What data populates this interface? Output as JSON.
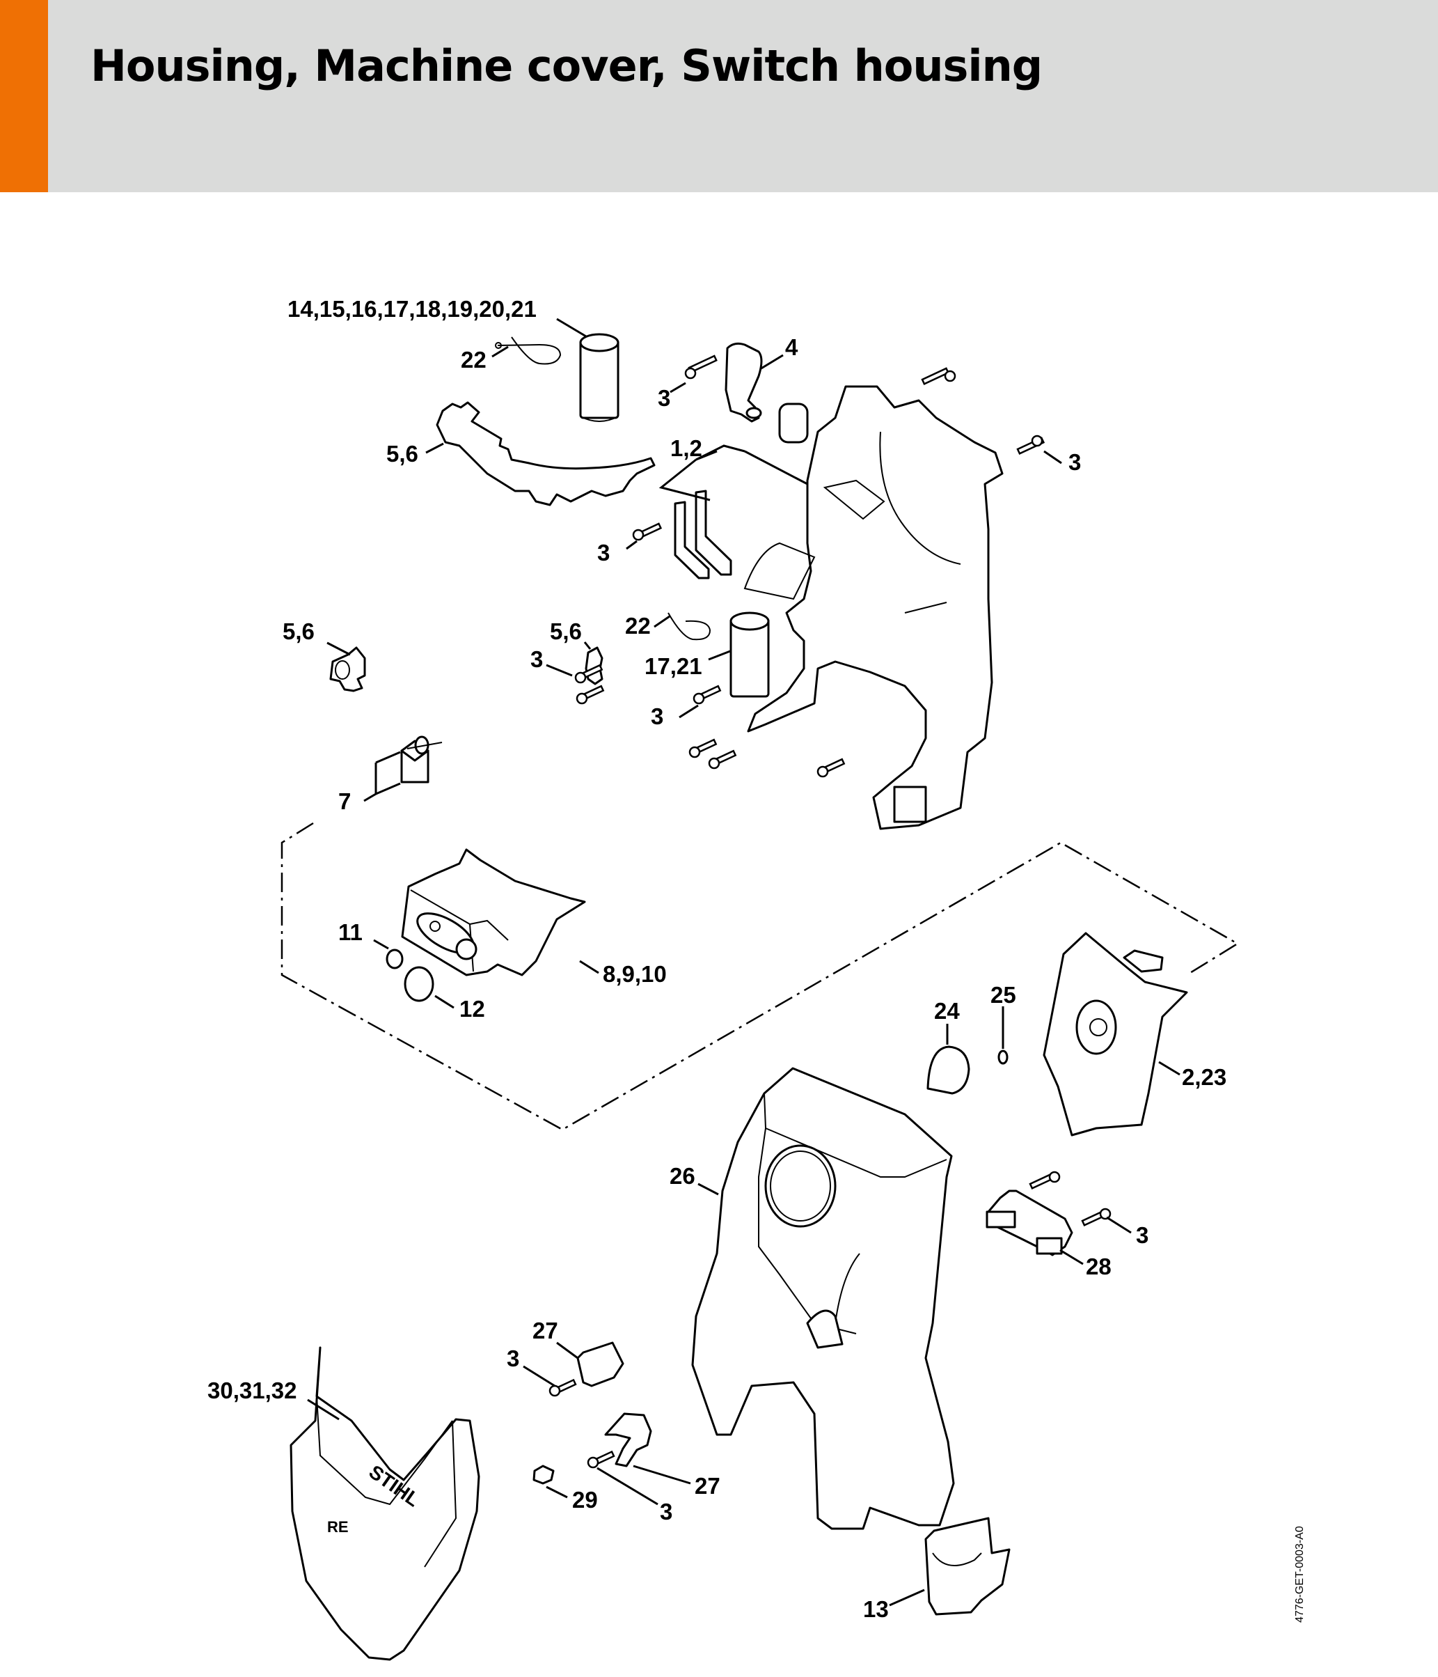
{
  "header": {
    "title": "Housing, Machine cover, Switch housing",
    "accent_color": "#ef7004",
    "background_color": "#dadbda"
  },
  "diagram": {
    "document_id": "4776-GET-0003-A0",
    "callouts": [
      {
        "id": "c-14-21",
        "label": "14,15,16,17,18,19,20,21",
        "part": "cylinder-filter"
      },
      {
        "id": "c-22a",
        "label": "22",
        "part": "cable-tie"
      },
      {
        "id": "c-4",
        "label": "4",
        "part": "lever"
      },
      {
        "id": "c-3a",
        "label": "3",
        "part": "screw"
      },
      {
        "id": "c-3b",
        "label": "3",
        "part": "screw"
      },
      {
        "id": "c-5-6a",
        "label": "5,6",
        "part": "seal-plate"
      },
      {
        "id": "c-1-2",
        "label": "1,2",
        "part": "housing"
      },
      {
        "id": "c-3c",
        "label": "3",
        "part": "screw"
      },
      {
        "id": "c-5-6b",
        "label": "5,6",
        "part": "bearing-block"
      },
      {
        "id": "c-22b",
        "label": "22",
        "part": "cable-tie"
      },
      {
        "id": "c-5-6c",
        "label": "5,6",
        "part": "clip"
      },
      {
        "id": "c-3d",
        "label": "3",
        "part": "screw"
      },
      {
        "id": "c-17-21",
        "label": "17,21",
        "part": "cylinder-filter"
      },
      {
        "id": "c-3e",
        "label": "3",
        "part": "screw"
      },
      {
        "id": "c-7",
        "label": "7",
        "part": "switch"
      },
      {
        "id": "c-11",
        "label": "11",
        "part": "ring"
      },
      {
        "id": "c-12",
        "label": "12",
        "part": "sleeve"
      },
      {
        "id": "c-8-9-10",
        "label": "8,9,10",
        "part": "switch-housing"
      },
      {
        "id": "c-24",
        "label": "24",
        "part": "knob"
      },
      {
        "id": "c-25",
        "label": "25",
        "part": "o-ring"
      },
      {
        "id": "c-2-23",
        "label": "2,23",
        "part": "cover-plate"
      },
      {
        "id": "c-26",
        "label": "26",
        "part": "machine-cover"
      },
      {
        "id": "c-3f",
        "label": "3",
        "part": "screw"
      },
      {
        "id": "c-28",
        "label": "28",
        "part": "handle-bracket"
      },
      {
        "id": "c-27a",
        "label": "27",
        "part": "cap"
      },
      {
        "id": "c-3g",
        "label": "3",
        "part": "screw"
      },
      {
        "id": "c-30-32",
        "label": "30,31,32",
        "part": "front-cover"
      },
      {
        "id": "c-29",
        "label": "29",
        "part": "clamp"
      },
      {
        "id": "c-3h",
        "label": "3",
        "part": "screw"
      },
      {
        "id": "c-27b",
        "label": "27",
        "part": "hook"
      },
      {
        "id": "c-13",
        "label": "13",
        "part": "holder"
      }
    ],
    "front_cover_logo": "STIHL",
    "front_cover_model": "RE"
  }
}
